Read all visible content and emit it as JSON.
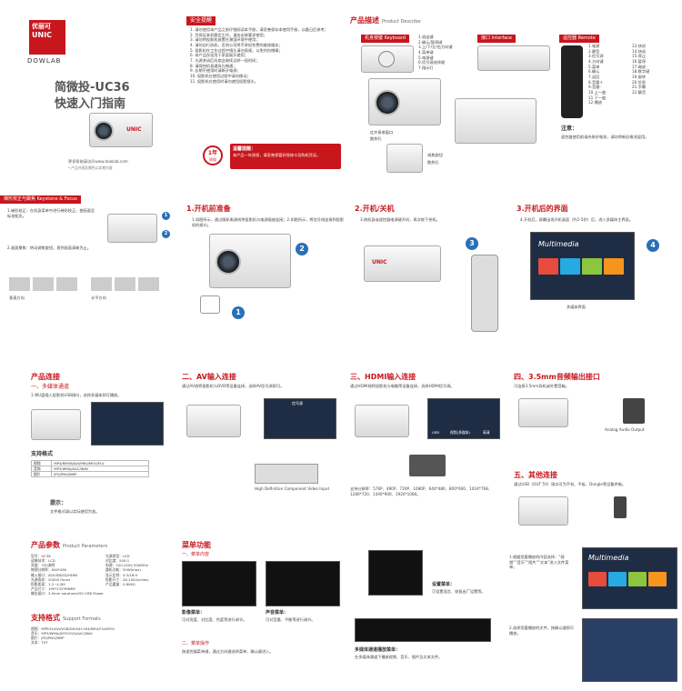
{
  "colors": {
    "accent": "#c8161d",
    "blue": "#2a6fb8",
    "dark": "#333333"
  },
  "cover": {
    "brand": "优丽可",
    "logo": "UNIC",
    "sub": "DOWLAB",
    "title1": "简微投-UC36",
    "title2": "快速入门指南",
    "website": "更多帮助请访问www.dowlab.com",
    "note": "* 产品外观及颜色以实物为准"
  },
  "safety": {
    "title": "安全提醒",
    "items": [
      "1. 请勿使用本产品之前仔细阅读本手册，请妥善保存本使用手册，以备日后参考；",
      "2. 为保证本机稳定工作，请务必按要求使用；",
      "3. 请勿将投影机放置在潮湿环境中使用；",
      "4. 请勿自行拆机，否则公司将不承担免费的维修服务；",
      "5. 投影机在工作过程中镜头请勿直视，以免灼伤眼睛；",
      "6. 本产品仅适用于家庭娱乐使用；",
      "7. 光源关闭后风扇会继续运转一段时间；",
      "8. 请保持机身通风孔畅通；",
      "9. 长期不使用时请断开电源；",
      "10. 投影机在使用过程中请勿移动；",
      "11. 投影机在使用时请勿遮挡投影镜头。"
    ],
    "warranty_days": "1年",
    "warranty_label": "质保",
    "kind_title": "温馨提醒：",
    "kind_text": "本产品一年质保，请妥善保管好保修卡及购机凭证。"
  },
  "product": {
    "title": "产品描述",
    "title_en": "Product Describe",
    "keyboard_tag": "机身按键 Keyboard",
    "interface_tag": "接口 Interface",
    "remote_tag": "遥控器 Remote",
    "kb_items": [
      "1.退出键",
      "2.确认/暂停键",
      "3.上/下/左/右方向键",
      "4.菜单键",
      "5.电源键",
      "6.信号源选择键",
      "7.指示灯"
    ],
    "labels_side": [
      "红外接收窗口",
      "散热孔"
    ],
    "labels_bottom": [
      "调焦旋钮",
      "散热孔"
    ],
    "remote_col1": [
      "1.电源",
      "2.静音",
      "3.信号源",
      "4.方向键",
      "5.菜单",
      "6.确认",
      "7.返回",
      "8.音量+",
      "9.音量-",
      "10.上一曲",
      "11.下一曲",
      "12.播放"
    ],
    "remote_col2": [
      "13.快进",
      "14.快退",
      "15.停止",
      "16.暂停",
      "17.缩放",
      "18.数字键",
      "19.旋转",
      "20.信息",
      "21.字幕",
      "22.静音"
    ],
    "notes_title": "注意：",
    "notes": "遥控器使用前请先装好电池，请勿将新旧电池混用。"
  },
  "row2": {
    "keys_tag": "梯形校正与聚焦 Keystone & Focus",
    "keys_text1": "1.梯形校正：在机身菜单中进行梯形校正，使画面呈标准矩形。",
    "keys_text2": "2.画面聚焦：转动调焦旋钮，直到画面清晰为止。",
    "vert_label": "垂直方向",
    "horz_label": "水平方向",
    "s1_title": "1.开机前准备",
    "s1_text": "1.如图所示，通过随机电源线将投影机与电源插座连接；2.如图所示，将信号线连接到投影机的接口。",
    "s2_title": "2.开机/关机",
    "s2_text": "3.按机身或遥控器电源键开机，再次按下关机。",
    "s3_title": "3.开机后的界面",
    "s3_text": "4.开机后，屏幕出现开机画面（约2-5秒）后，进入多媒体主界面。",
    "mm_label": "Multimedia",
    "mm_caption": "多媒体界面"
  },
  "row3": {
    "conn_title": "产品连接",
    "conn_sub": "一、多媒体通道",
    "conn_text": "1.将U盘插入投影机USB接口，选择多媒体即可播放。",
    "format_title": "支持格式",
    "table": [
      [
        "视频",
        "MP4/RMVB/AVI/MKV/MOV/FLV"
      ],
      [
        "音频",
        "MP3/WMA/AAC/WAV"
      ],
      [
        "图片",
        "JPG/PNG/BMP"
      ]
    ],
    "tip": "提示：",
    "tip_text": "文件格式请以实际使用为准。",
    "av_title": "二、AV输入连接",
    "av_text": "通过AV线将投影机与DVD等设备连接，选择AV信号源即可。",
    "av_caption": "High Definition Component Video Input",
    "hdmi_title": "三、HDMI输入连接",
    "hdmi_text": "通过HDMI线将投影机与电脑等设备连接，选择HDMI信号源。",
    "hdmi_res": "支持分辨率：576P、480P、720P、1080P、640*480、800*600、1024*768、1280*720、1440*900、1920*1080。",
    "audio_title": "四、3.5mm音频输出接口",
    "audio_text": "可连接3.5mm耳机或外置音箱。",
    "audio_caption": "Analog Audio Output",
    "other_title": "五、其他连接",
    "other_text": "通过USB（OUT 5V）接口可为手机、平板、Dongle等设备供电。",
    "signal_label": "信号源",
    "src_usb": "USB",
    "src_mm": "视频(多媒体)",
    "src_hd": "高清"
  },
  "row4": {
    "params_title": "产品参数",
    "params_en": "Product Parameters",
    "params_left": [
      "型号：UC36",
      "成像技术：LCD",
      "亮度：700流明",
      "物理分辨率：640*480",
      "输入接口：AV/USB/SD/HDMI",
      "光源寿命：20000 Hours",
      "投影距离：1.2~4.2M",
      "产品尺寸：190*132*69MM",
      "输出接口：3.5mm earphone/5V USB Power"
    ],
    "params_right": [
      "光源类型：LED",
      "对比度：500:1",
      "电源：100-240V 50/60Hz",
      "整机功耗：50W(max)",
      "显示比例：4:3/16:9",
      "投影尺寸：26-100(inches)",
      "产品重量：0.80KG"
    ],
    "fmt_title": "支持格式",
    "fmt_en": "Support Formats",
    "fmt_lines": [
      "视频：MPEG4/AVI/VOB/DIVX/H.264/MKV/FLV/MOV",
      "音乐：MP3/WMA/ASF/OGG/AAC/WAV",
      "图片：JPG/PNG/BMP",
      "文本：TXT"
    ],
    "menu_title": "菜单功能",
    "menu_sub": "一、菜单内容",
    "pic_title": "影像菜单：",
    "pic_text": "可对亮度、对比度、色度等进行调节。",
    "snd_title": "声音菜单：",
    "snd_text": "可对音量、平衡等进行调节。",
    "op_sub": "二、菜单操作",
    "op_text": "按遥控器菜单键，通过方向键选择菜单，确认键进入。",
    "set_title": "设置菜单：",
    "set_text": "可设置语言、恢复出厂设置等。",
    "ch_title": "多媒体通道播放菜单：",
    "ch_text": "在多媒体通道下播放视频、音乐、图片及文本文件。",
    "r_step1": "1.根据您要播放的内容选择：“视频”“音乐”“图片”“文本”进入文件菜单。",
    "r_step2": "2.选择您要播放的文件，按确认键即可播放。"
  }
}
